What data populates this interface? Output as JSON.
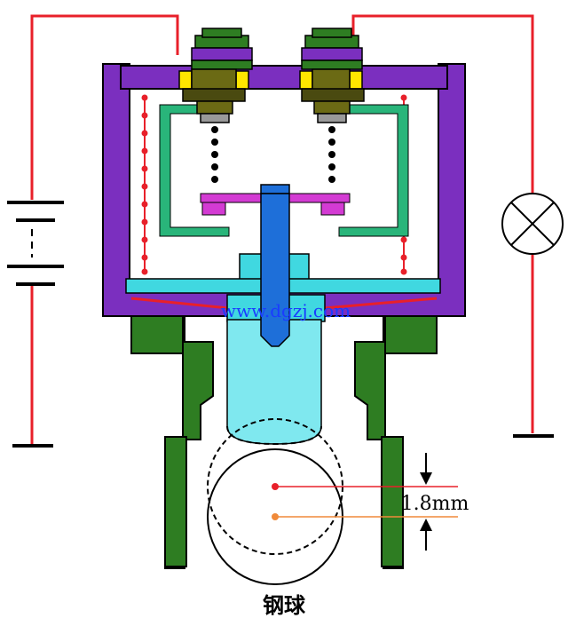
{
  "watermark": "www.dgzj.com",
  "labels": {
    "gap": "1.8mm",
    "ball": "钢球"
  },
  "colors": {
    "wire": "#e8202a",
    "housing": "#7b2fbf",
    "base": "#2e7d22",
    "contact_frame": "#29b57a",
    "plunger": "#1e6fd9",
    "diaphragm": "#40d8e0",
    "spring_bar": "#d33bd3",
    "watermark": "#1a3cff"
  }
}
